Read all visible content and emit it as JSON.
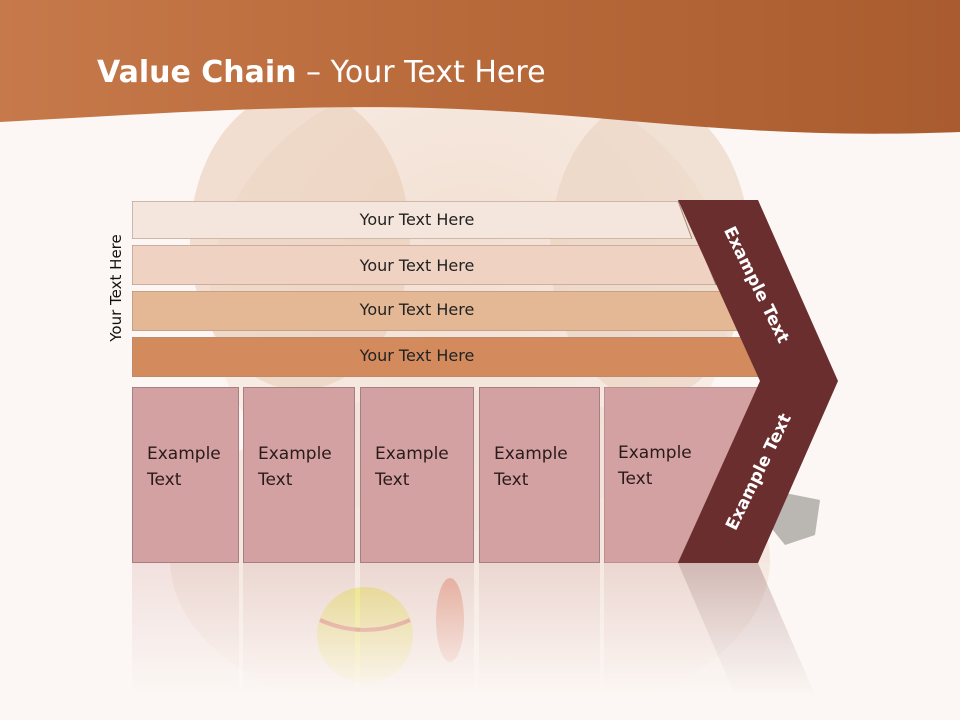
{
  "title": {
    "bold": "Value Chain",
    "rest": " – Your Text Here"
  },
  "vertical_label": "Your Text Here",
  "rows": [
    {
      "label": "Your Text Here",
      "color": "#f5e6dd"
    },
    {
      "label": "Your Text Here",
      "color": "#efd2c1"
    },
    {
      "label": "Your Text Here",
      "color": "#e4b895"
    },
    {
      "label": "Your Text Here",
      "color": "#d38b5e"
    }
  ],
  "columns": [
    {
      "label": "Example\nText"
    },
    {
      "label": "Example\nText"
    },
    {
      "label": "Example\nText"
    },
    {
      "label": "Example\nText"
    },
    {
      "label": "Example\nText"
    }
  ],
  "chevron": {
    "upper_label": "Example Text",
    "lower_label": "Example Text",
    "color": "#6b2e2e"
  },
  "colors": {
    "header": "#b5683a",
    "column": "#d3a1a1"
  }
}
